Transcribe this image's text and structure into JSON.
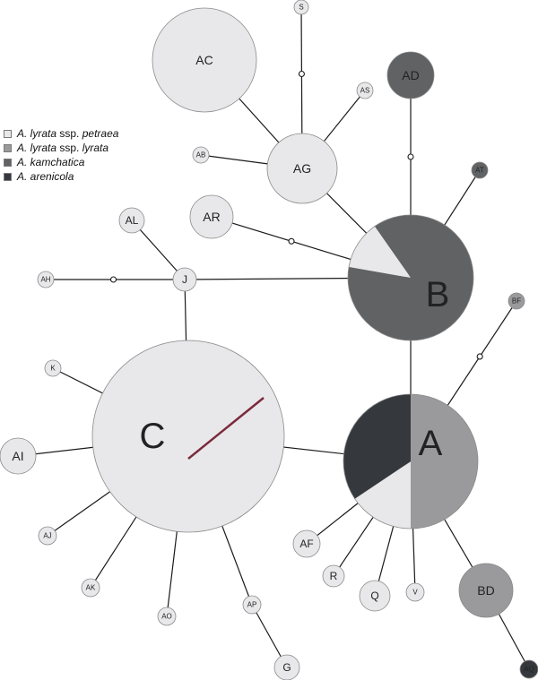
{
  "legend": [
    {
      "species": "A. lyrata",
      "rank": "ssp.",
      "subspecies": "petraea",
      "color": "#e8e8ea"
    },
    {
      "species": "A. lyrata",
      "rank": "ssp.",
      "subspecies": "lyrata",
      "color": "#9a9a9c"
    },
    {
      "species": "A. kamchatica",
      "rank": "",
      "subspecies": "",
      "color": "#606264"
    },
    {
      "species": "A. arenicola",
      "rank": "",
      "subspecies": "",
      "color": "#35393d"
    }
  ],
  "colors": {
    "petraea": "#e8e8ea",
    "lyrata": "#9a9a9c",
    "kamchatica": "#606264",
    "arenicola": "#35393d",
    "edge": "#1a1a1a",
    "outline": "#8a8a8a",
    "accent": "#7a2a3c"
  },
  "haplotypes": [
    {
      "id": "A",
      "label": "A",
      "composition": {
        "lyrata": 0.5,
        "petraea": 0.156,
        "arenicola": 0.344
      }
    },
    {
      "id": "B",
      "label": "B",
      "composition": {
        "kamchatica": 0.875,
        "petraea": 0.125
      }
    },
    {
      "id": "C",
      "label": "C",
      "composition": {
        "petraea": 1
      }
    },
    {
      "id": "J",
      "label": "J",
      "composition": {
        "petraea": 1
      }
    },
    {
      "id": "AC",
      "label": "AC",
      "composition": {
        "petraea": 1
      }
    },
    {
      "id": "AG",
      "label": "AG",
      "composition": {
        "petraea": 1
      }
    },
    {
      "id": "AD",
      "label": "AD",
      "composition": {
        "kamchatica": 1
      }
    },
    {
      "id": "S",
      "label": "S",
      "composition": {
        "petraea": 1
      }
    },
    {
      "id": "AS",
      "label": "AS",
      "composition": {
        "petraea": 1
      }
    },
    {
      "id": "AB",
      "label": "AB",
      "composition": {
        "petraea": 1
      }
    },
    {
      "id": "AR",
      "label": "AR",
      "composition": {
        "petraea": 1
      }
    },
    {
      "id": "AT",
      "label": "AT",
      "composition": {
        "kamchatica": 1
      }
    },
    {
      "id": "AL",
      "label": "AL",
      "composition": {
        "petraea": 1
      }
    },
    {
      "id": "AH",
      "label": "AH",
      "composition": {
        "petraea": 1
      }
    },
    {
      "id": "BF",
      "label": "BF",
      "composition": {
        "lyrata": 1
      }
    },
    {
      "id": "K",
      "label": "K",
      "composition": {
        "petraea": 1
      }
    },
    {
      "id": "AI",
      "label": "AI",
      "composition": {
        "petraea": 1
      }
    },
    {
      "id": "AJ",
      "label": "AJ",
      "composition": {
        "petraea": 1
      }
    },
    {
      "id": "AK",
      "label": "AK",
      "composition": {
        "petraea": 1
      }
    },
    {
      "id": "AO",
      "label": "AO",
      "composition": {
        "petraea": 1
      }
    },
    {
      "id": "AP",
      "label": "AP",
      "composition": {
        "petraea": 1
      }
    },
    {
      "id": "G",
      "label": "G",
      "composition": {
        "petraea": 1
      }
    },
    {
      "id": "AF",
      "label": "AF",
      "composition": {
        "petraea": 1
      }
    },
    {
      "id": "R",
      "label": "R",
      "composition": {
        "petraea": 1
      }
    },
    {
      "id": "Q",
      "label": "Q",
      "composition": {
        "petraea": 1
      }
    },
    {
      "id": "V",
      "label": "V",
      "composition": {
        "petraea": 1
      }
    },
    {
      "id": "BD",
      "label": "BD",
      "composition": {
        "lyrata": 1
      }
    },
    {
      "id": "AQ",
      "label": "AQ",
      "composition": {
        "arenicola": 1
      }
    }
  ],
  "links": [
    {
      "from": "S",
      "to": "AG",
      "missing_steps": 1
    },
    {
      "from": "AS",
      "to": "AG",
      "missing_steps": 0
    },
    {
      "from": "AC",
      "to": "AG",
      "missing_steps": 0
    },
    {
      "from": "AB",
      "to": "AG",
      "missing_steps": 0
    },
    {
      "from": "AG",
      "to": "B",
      "missing_steps": 0
    },
    {
      "from": "AD",
      "to": "B",
      "missing_steps": 1
    },
    {
      "from": "AT",
      "to": "B",
      "missing_steps": 0
    },
    {
      "from": "AR",
      "to": "B",
      "missing_steps": 1
    },
    {
      "from": "J",
      "to": "B",
      "missing_steps": 0
    },
    {
      "from": "AL",
      "to": "J",
      "missing_steps": 0
    },
    {
      "from": "AH",
      "to": "J",
      "missing_steps": 1
    },
    {
      "from": "J",
      "to": "C",
      "missing_steps": 0
    },
    {
      "from": "B",
      "to": "A",
      "missing_steps": 0
    },
    {
      "from": "BF",
      "to": "A",
      "missing_steps": 1
    },
    {
      "from": "C",
      "to": "A",
      "missing_steps": 0
    },
    {
      "from": "K",
      "to": "C",
      "missing_steps": 0
    },
    {
      "from": "AI",
      "to": "C",
      "missing_steps": 0
    },
    {
      "from": "AJ",
      "to": "C",
      "missing_steps": 0
    },
    {
      "from": "AK",
      "to": "C",
      "missing_steps": 0
    },
    {
      "from": "AO",
      "to": "C",
      "missing_steps": 0
    },
    {
      "from": "AP",
      "to": "C",
      "missing_steps": 0
    },
    {
      "from": "G",
      "to": "AP",
      "missing_steps": 0
    },
    {
      "from": "AF",
      "to": "A",
      "missing_steps": 0
    },
    {
      "from": "R",
      "to": "A",
      "missing_steps": 0
    },
    {
      "from": "Q",
      "to": "A",
      "missing_steps": 0
    },
    {
      "from": "V",
      "to": "A",
      "missing_steps": 0
    },
    {
      "from": "BD",
      "to": "A",
      "missing_steps": 0
    },
    {
      "from": "AQ",
      "to": "BD",
      "missing_steps": 0
    }
  ]
}
